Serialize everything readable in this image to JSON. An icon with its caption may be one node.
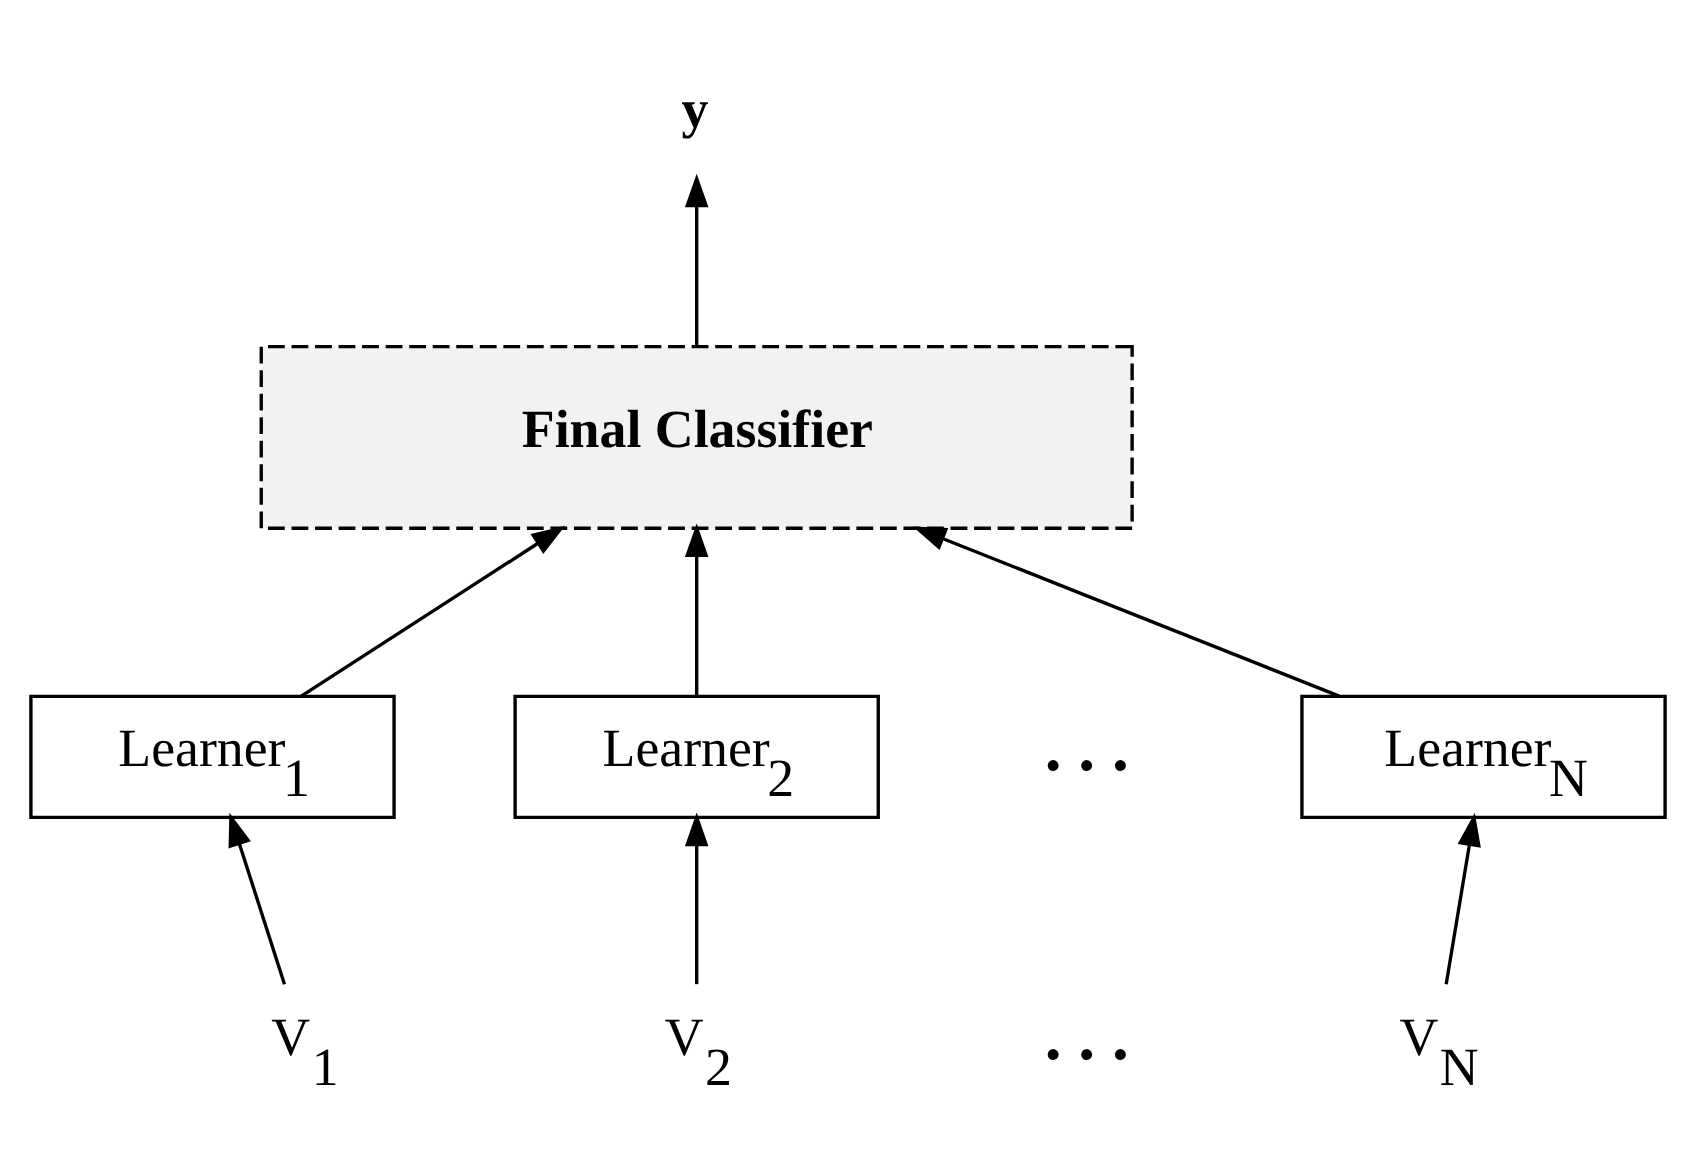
{
  "diagram": {
    "nodes": [
      {
        "text": [
          "Final Classifier"
        ]
      },
      {
        "text": [
          "Learner$_{1}$"
        ]
      },
      {
        "text": [
          "Learner$_{2}$"
        ]
      },
      {
        "text": [
          "Learner$_{N}$"
        ]
      },
      {
        "text": [
          "V$_{1}$"
        ]
      },
      {
        "text": [
          "V$_{2}$"
        ]
      },
      {
        "text": [
          "V$_{N}$"
        ]
      },
      {
        "text": [
          "y"
        ]
      }
    ],
    "edges": [
      {
        "from": 4,
        "to": 1,
        "arrow": "to"
      },
      {
        "from": 5,
        "to": 2,
        "arrow": "to"
      },
      {
        "from": 6,
        "to": 3,
        "arrow": "to"
      },
      {
        "from": 1,
        "to": 0,
        "arrow": "to"
      },
      {
        "from": 2,
        "to": 0,
        "arrow": "to"
      },
      {
        "from": 3,
        "to": 0,
        "arrow": "to"
      },
      {
        "from": 0,
        "to": 7,
        "arrow": "to"
      }
    ],
    "labels": [
      ". . .",
      ". . ."
    ]
  }
}
